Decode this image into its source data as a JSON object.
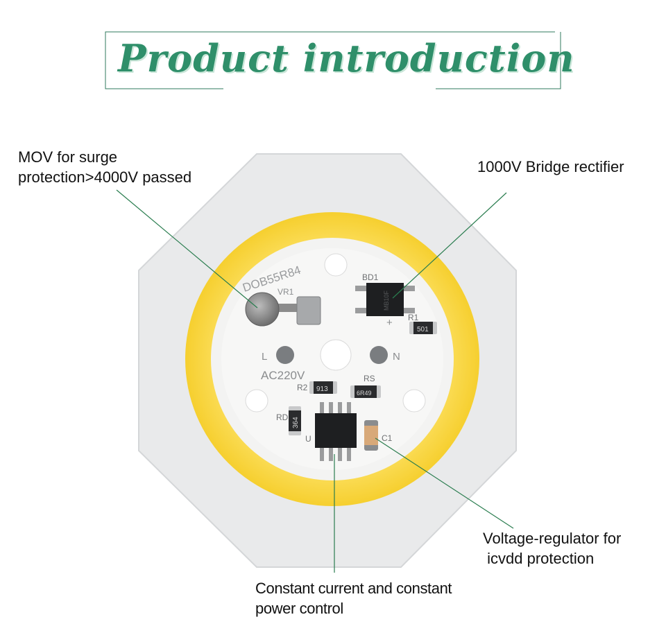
{
  "title": "Product introduction",
  "callouts": {
    "mov": {
      "line1": "MOV for surge",
      "line2": "protection>4000V passed"
    },
    "bridge": "1000V Bridge rectifier",
    "regulator": {
      "line1": "Voltage-regulator for",
      "line2": " icvdd protection"
    },
    "constant": {
      "line1": "Constant current and constant",
      "line2": "power control"
    }
  },
  "board": {
    "model": "DOB55R84",
    "voltage": "AC220V",
    "pad_left": "L",
    "pad_right": "N",
    "labels": {
      "vr1": "VR1",
      "bd1": "BD1",
      "r1": "R1",
      "r2": "R2",
      "rs": "RS",
      "rd": "RD",
      "c1": "C1",
      "u": "U",
      "plus": "+"
    },
    "markings": {
      "r1": "501",
      "r2": "913",
      "rs": "6R49",
      "rd": "364",
      "bd1": "MB10F"
    }
  },
  "colors": {
    "title": "#2f8f6a",
    "frame": "#2f7a5c",
    "leader_line": "#2a7d4f",
    "led_ring": "#fbd94a",
    "pcb": "#e9eaeb"
  }
}
